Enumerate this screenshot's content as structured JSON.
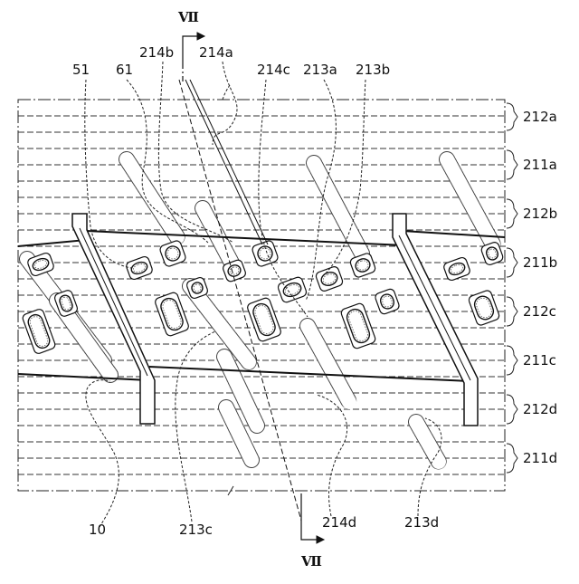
{
  "figure": {
    "layer_labels": [
      "212a",
      "211a",
      "212b",
      "211b",
      "212c",
      "211c",
      "212d",
      "211d"
    ],
    "callouts": {
      "c51": "51",
      "c61": "61",
      "c214b": "214b",
      "c214a": "214a",
      "c214c": "214c",
      "c213a": "213a",
      "c213b": "213b",
      "c10": "10",
      "c213c": "213c",
      "c214d": "214d",
      "c213d": "213d"
    },
    "section_marker": "Ⅶ"
  }
}
